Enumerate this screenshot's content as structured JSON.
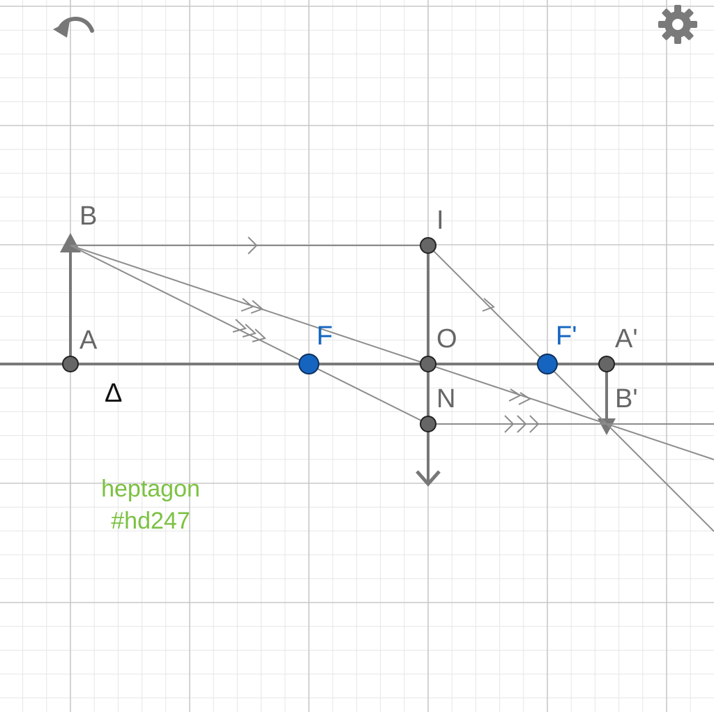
{
  "toolbar": {
    "undo_icon": "undo-icon",
    "settings_icon": "gear-icon"
  },
  "labels": {
    "A": "A",
    "B": "B",
    "I": "I",
    "F": "F",
    "O": "O",
    "F_prime": "F'",
    "A_prime": "A'",
    "B_prime": "B'",
    "N": "N",
    "axis": "Δ"
  },
  "watermark": {
    "line1": "heptagon",
    "line2": "#hd247"
  },
  "colors": {
    "focus_points": "#1565c0",
    "watermark": "#7cc142",
    "construction": "#777777"
  }
}
